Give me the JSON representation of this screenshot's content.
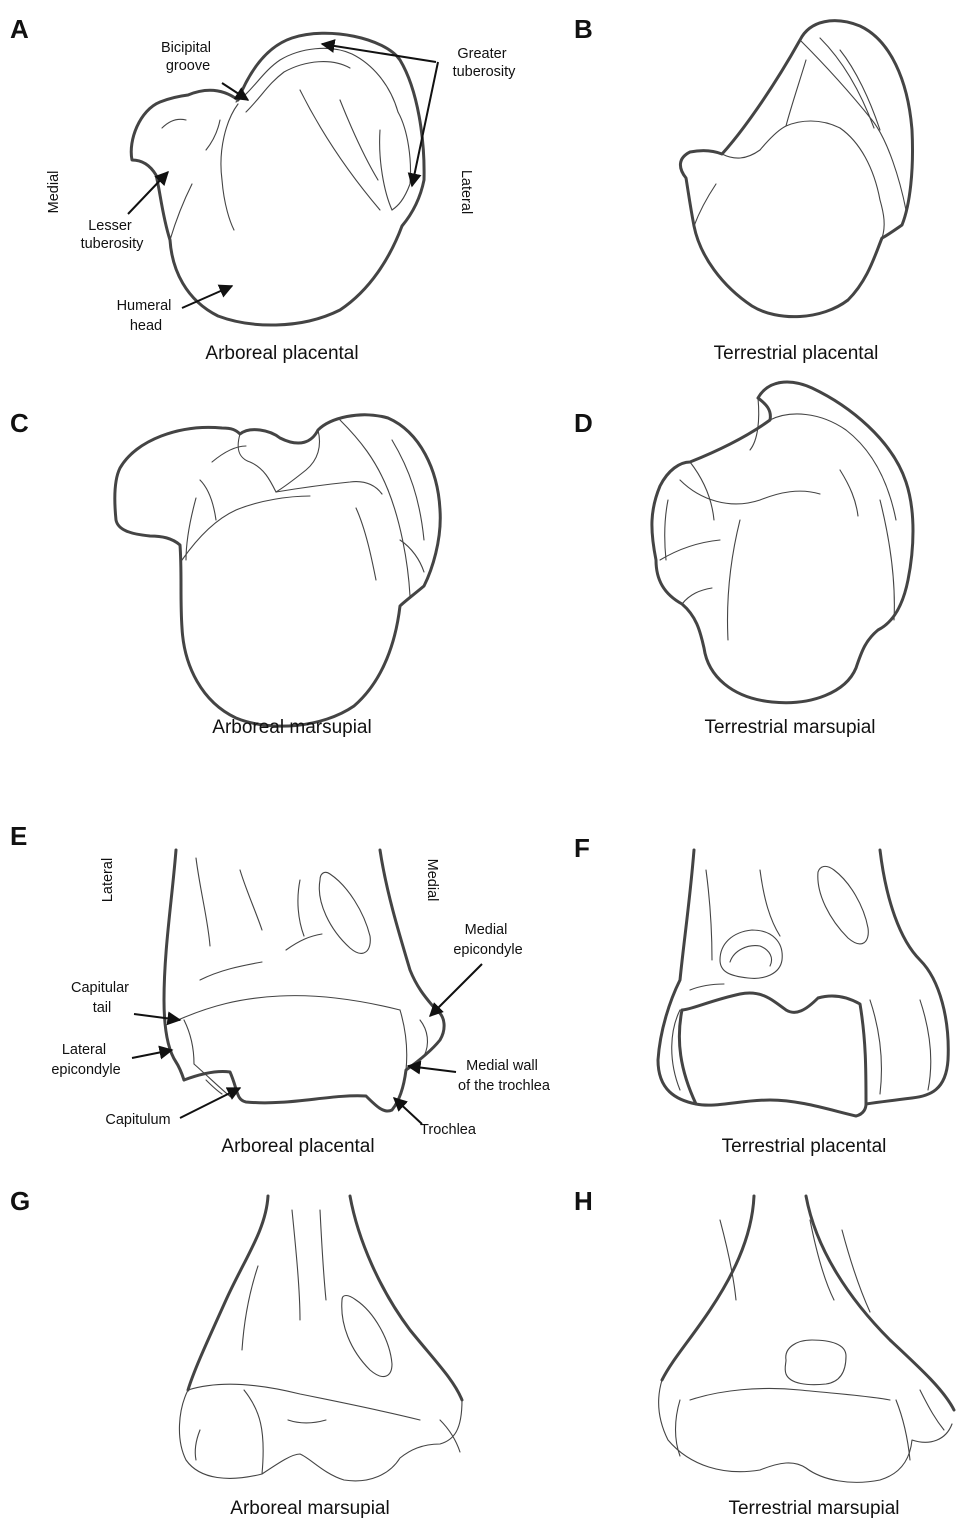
{
  "panels": [
    {
      "letter": "A",
      "caption": "Arboreal placental"
    },
    {
      "letter": "B",
      "caption": "Terrestrial placental"
    },
    {
      "letter": "C",
      "caption": "Arboreal marsupial"
    },
    {
      "letter": "D",
      "caption": "Terrestrial marsupial"
    },
    {
      "letter": "E",
      "caption": "Arboreal placental"
    },
    {
      "letter": "F",
      "caption": "Terrestrial placental"
    },
    {
      "letter": "G",
      "caption": "Arboreal marsupial"
    },
    {
      "letter": "H",
      "caption": "Terrestrial marsupial"
    }
  ],
  "annotations_a": {
    "bicipital_groove": [
      "Bicipital",
      "groove"
    ],
    "greater_tuberosity": [
      "Greater",
      "tuberosity"
    ],
    "lesser_tuberosity": [
      "Lesser",
      "tuberosity"
    ],
    "humeral_head": [
      "Humeral",
      "head"
    ],
    "medial": "Medial",
    "lateral": "Lateral"
  },
  "annotations_e": {
    "lateral": "Lateral",
    "medial": "Medial",
    "medial_epicondyle": [
      "Medial",
      "epicondyle"
    ],
    "capitular_tail": [
      "Capitular",
      "tail"
    ],
    "lateral_epicondyle": [
      "Lateral",
      "epicondyle"
    ],
    "medial_wall_trochlea": [
      "Medial wall",
      "of the trochlea"
    ],
    "capitulum": "Capitulum",
    "trochlea": "Trochlea"
  }
}
